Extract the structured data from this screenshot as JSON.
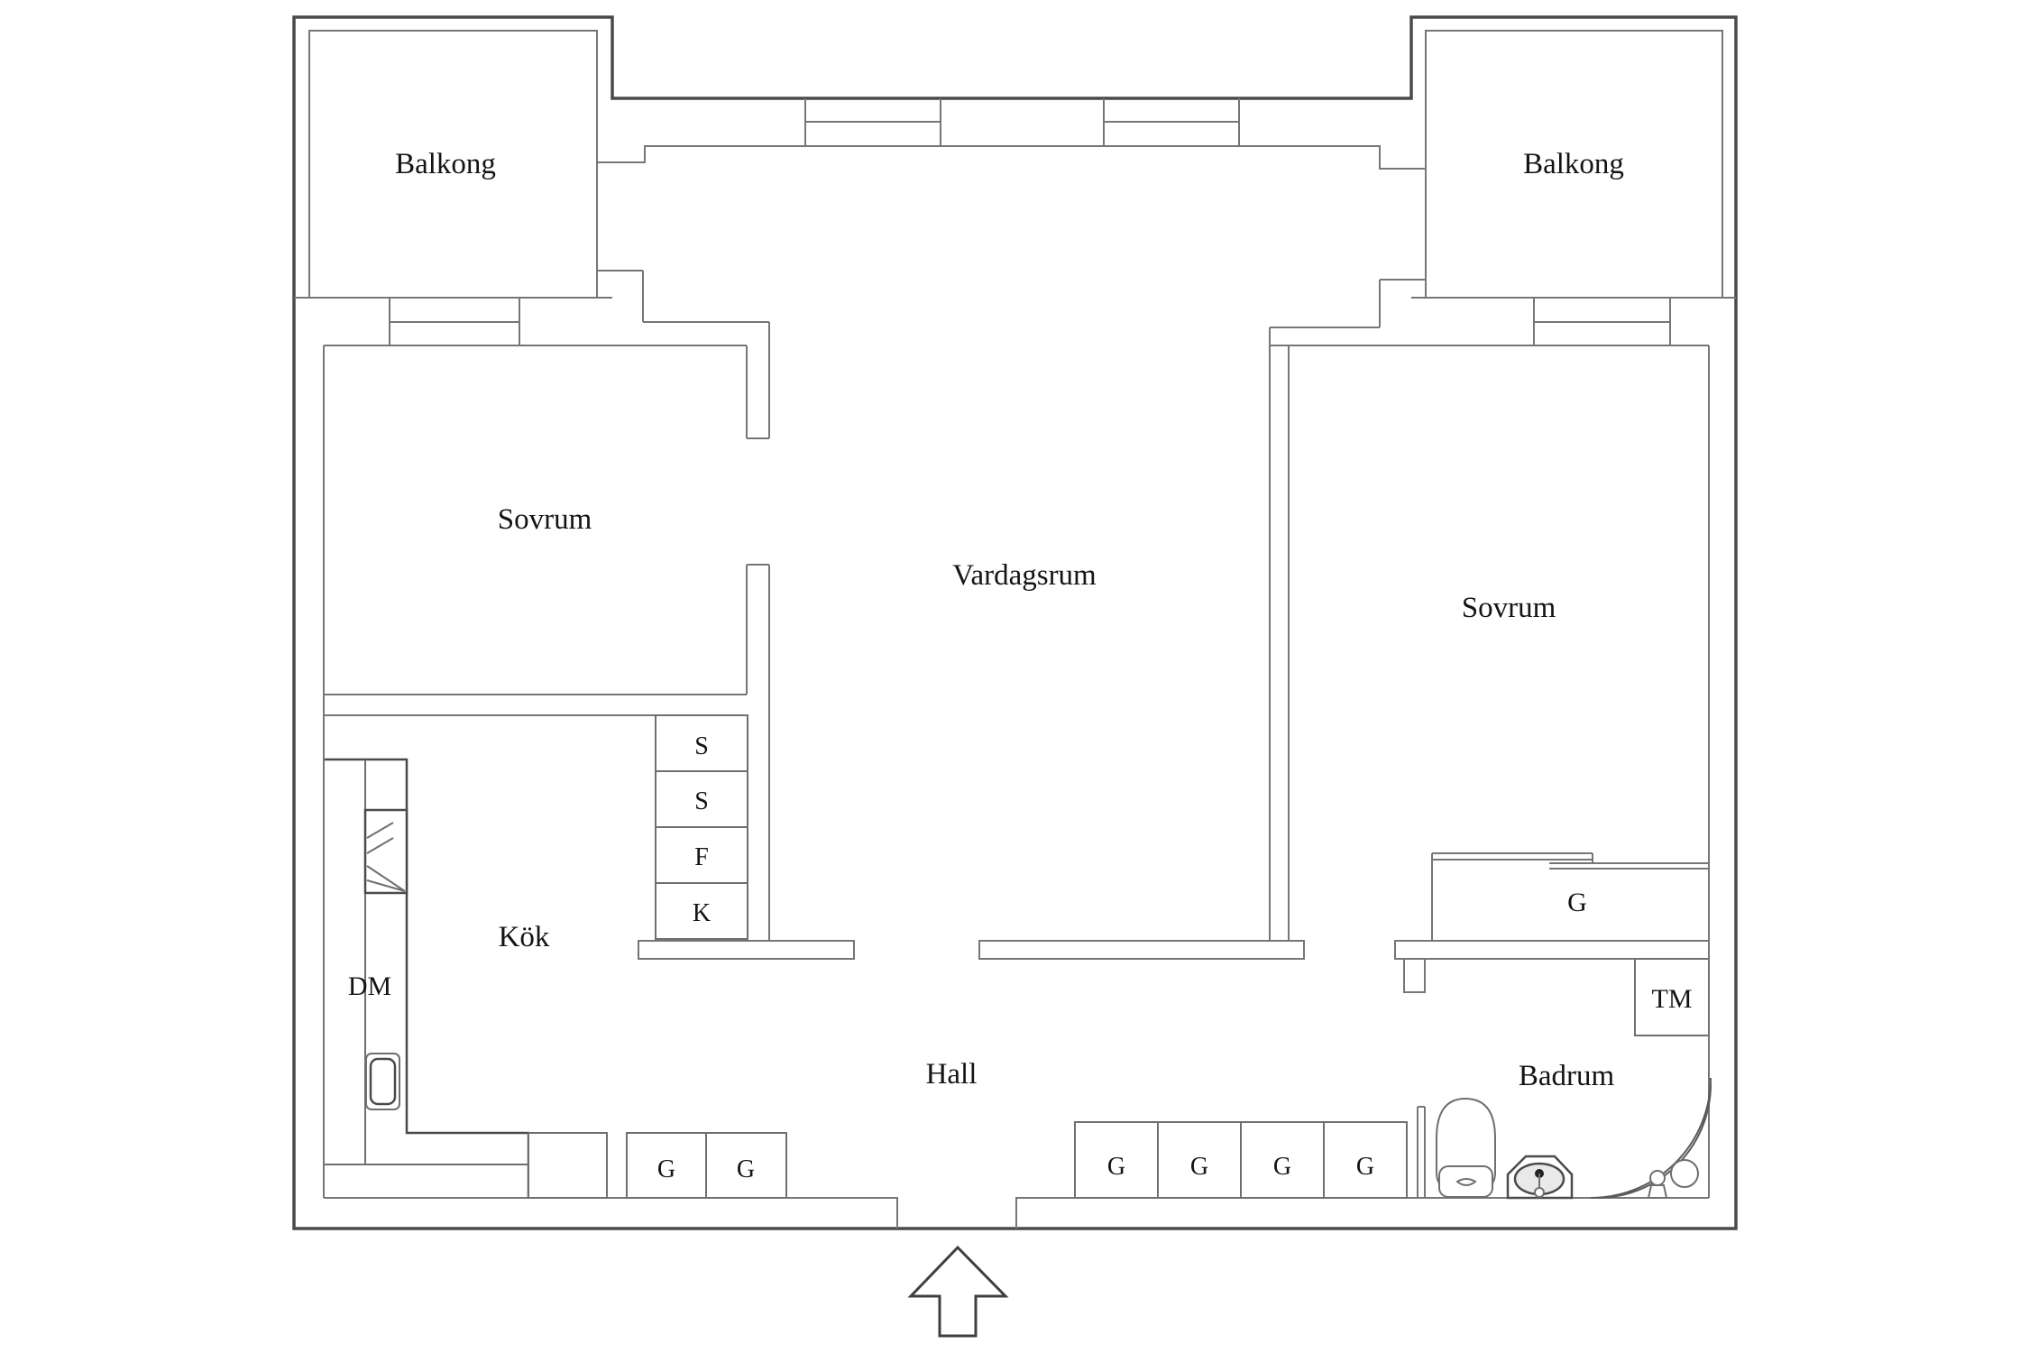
{
  "colors": {
    "background": "#ffffff",
    "outer_wall_line": "#4a4a4a",
    "inner_wall_line": "#767676",
    "text": "#141414",
    "basin_fill": "#e9e9e9"
  },
  "rooms": {
    "balcony_left": "Balkong",
    "balcony_right": "Balkong",
    "bedroom_left": "Sovrum",
    "bedroom_right": "Sovrum",
    "living_room": "Vardagsrum",
    "kitchen": "Kök",
    "hall": "Hall",
    "bathroom": "Badrum"
  },
  "appliances": {
    "dishwasher": "DM",
    "washing_machine": "TM",
    "kitchen_tall_cabinets": [
      "S",
      "S",
      "F",
      "K"
    ]
  },
  "wardrobes": {
    "bedroom_right_closet": "G",
    "hall_row": [
      "G",
      "G",
      "G",
      "G"
    ],
    "kitchen_row": [
      "G",
      "G"
    ]
  }
}
